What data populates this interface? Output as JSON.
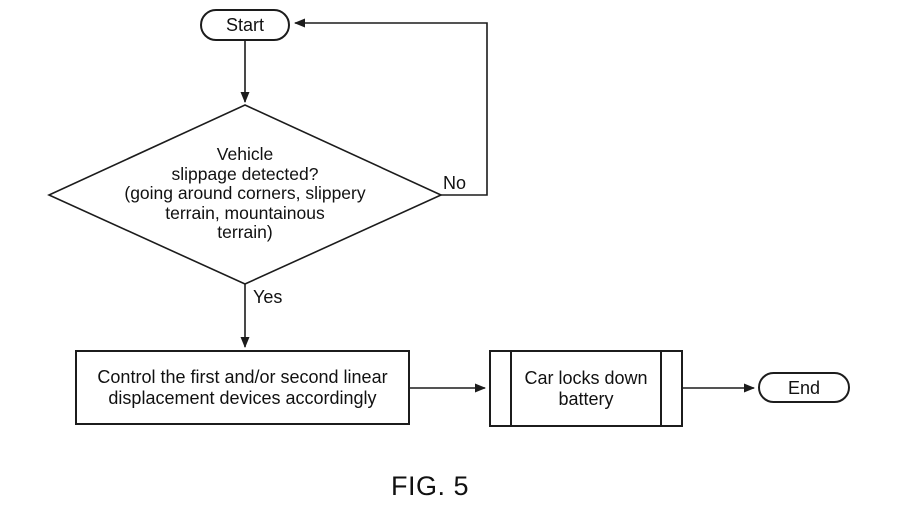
{
  "figure": {
    "caption": "FIG. 5"
  },
  "colors": {
    "background": "#ffffff",
    "line": "#1c1c1c",
    "text": "#111111"
  },
  "flowchart": {
    "start": {
      "label": "Start"
    },
    "decision": {
      "text": "Vehicle\nslippage detected?\n(going around corners, slippery\nterrain, mountainous\nterrain)"
    },
    "edges": {
      "no_label": "No",
      "yes_label": "Yes"
    },
    "process": {
      "text": "Control the first and/or second linear\ndisplacement devices accordingly"
    },
    "predefined_process": {
      "text": "Car locks down\nbattery"
    },
    "end": {
      "label": "End"
    }
  }
}
